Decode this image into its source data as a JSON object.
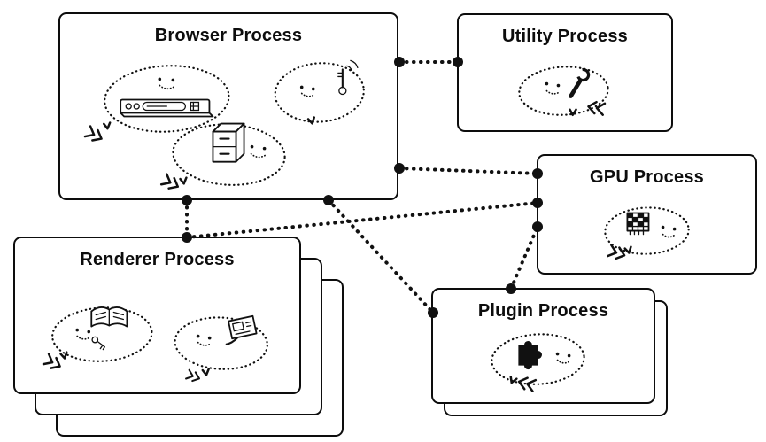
{
  "diagram": {
    "boxes": {
      "browser": {
        "label": "Browser Process",
        "icons": [
          "browser-toolbar-icon",
          "file-cabinet-icon",
          "signal-antenna-icon"
        ]
      },
      "utility": {
        "label": "Utility Process",
        "icons": [
          "wrench-icon"
        ]
      },
      "gpu": {
        "label": "GPU Process",
        "icons": [
          "gpu-chip-icon"
        ]
      },
      "renderer": {
        "label": "Renderer Process",
        "icons": [
          "open-book-icon",
          "photo-card-icon"
        ],
        "stacked_count": 3
      },
      "plugin": {
        "label": "Plugin Process",
        "icons": [
          "puzzle-piece-icon"
        ],
        "stacked_count": 2
      }
    },
    "connections": [
      {
        "from": "browser",
        "to": "utility"
      },
      {
        "from": "browser",
        "to": "gpu"
      },
      {
        "from": "browser",
        "to": "renderer"
      },
      {
        "from": "browser",
        "to": "plugin"
      },
      {
        "from": "renderer",
        "to": "gpu"
      },
      {
        "from": "plugin",
        "to": "gpu"
      }
    ],
    "style": {
      "stroke_color": "#111111",
      "background_color": "#ffffff",
      "line_style": "dotted"
    }
  }
}
